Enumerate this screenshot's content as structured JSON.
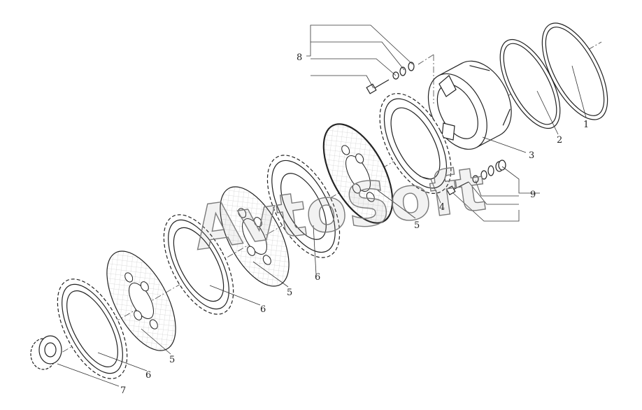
{
  "watermark": "AvtoSoft",
  "callouts": {
    "c1": "1",
    "c2": "2",
    "c3": "3",
    "c4": "4",
    "c5a": "5",
    "c5b": "5",
    "c5c": "5",
    "c6a": "6",
    "c6b": "6",
    "c6c": "6",
    "c7": "7",
    "c8": "8",
    "c9": "9"
  },
  "colors": {
    "line": "#222222",
    "background": "#ffffff",
    "watermark": "#7a7a7a"
  }
}
